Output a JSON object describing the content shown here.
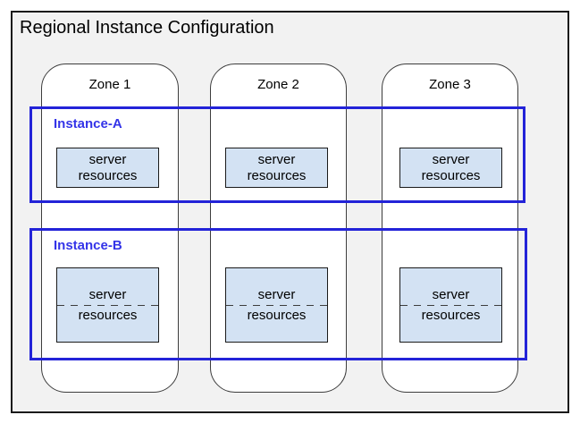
{
  "title": "Regional Instance Configuration",
  "zones": [
    {
      "label": "Zone 1"
    },
    {
      "label": "Zone 2"
    },
    {
      "label": "Zone 3"
    }
  ],
  "instances": [
    {
      "label": "Instance-A"
    },
    {
      "label": "Instance-B"
    }
  ],
  "resource_box": {
    "line1": "server",
    "line2": "resources"
  },
  "colors": {
    "page_bg": "#ffffff",
    "region_bg": "#f2f2f2",
    "region_border": "#1a1a1a",
    "zone_bg": "#ffffff",
    "zone_border": "#3d3d3d",
    "instance_border": "#2323d8",
    "instance_label_color": "#3434e8",
    "resource_bg": "#d3e2f3",
    "resource_border": "#1a1a1a",
    "text": "#000000"
  }
}
